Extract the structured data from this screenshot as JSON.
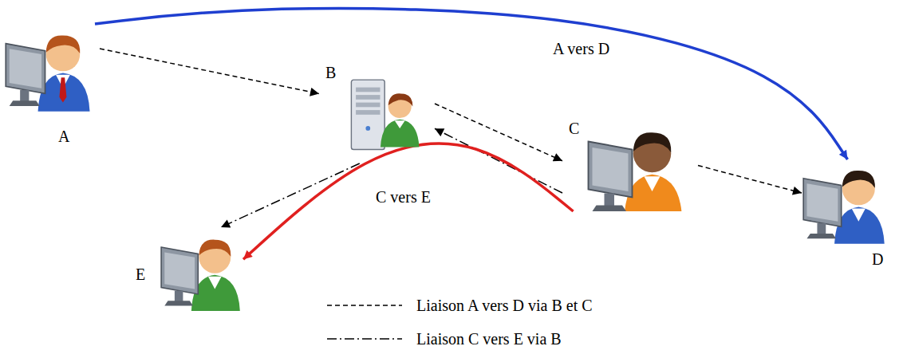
{
  "diagram": {
    "nodes": [
      {
        "text": [
          "A"
        ]
      },
      {
        "text": [
          "B"
        ]
      },
      {
        "text": [
          "C"
        ]
      },
      {
        "text": [
          "D"
        ]
      },
      {
        "text": [
          "E"
        ]
      }
    ],
    "edges": [
      {
        "from": 0,
        "to": 1,
        "arrow": "to"
      },
      {
        "from": 1,
        "to": 2,
        "arrow": "to"
      },
      {
        "from": 2,
        "to": 3,
        "arrow": "to"
      },
      {
        "from": 2,
        "to": 1,
        "arrow": "to"
      },
      {
        "from": 1,
        "to": 4,
        "arrow": "to"
      },
      {
        "from": 0,
        "to": 3,
        "label": "A vers D",
        "arrow": "to"
      },
      {
        "from": 2,
        "to": 4,
        "label": "C vers E",
        "arrow": "to"
      }
    ],
    "legend": [
      {
        "text": "Liaison A vers D via B et C"
      },
      {
        "text": "Liaison C vers E via B"
      }
    ]
  }
}
